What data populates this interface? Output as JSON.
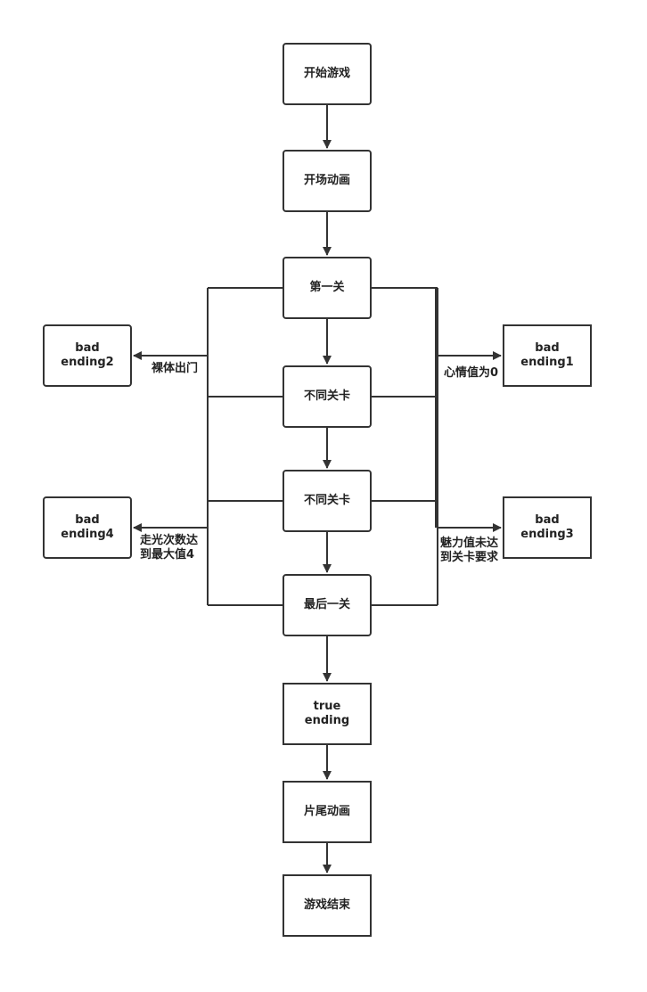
{
  "nodes": {
    "start_game": "开始游戏",
    "opening_anim": "开场动画",
    "level_1": "第一关",
    "level_a": "不同关卡",
    "level_b": "不同关卡",
    "last_level": "最后一关",
    "true_ending": "true\nending",
    "ending_anim": "片尾动画",
    "game_over": "游戏结束",
    "bad_ending_1": "bad\nending1",
    "bad_ending_2": "bad\nending2",
    "bad_ending_3": "bad\nending3",
    "bad_ending_4": "bad\nending4"
  },
  "edge_labels": {
    "naked_out": "裸体出门",
    "mood_zero": "心情值为0",
    "exposure_max": "走光次数达\n到最大值4",
    "charm_low": "魅力值未达\n到关卡要求"
  },
  "colors": {
    "stroke": "#333333",
    "text": "#222222",
    "background": "#ffffff"
  }
}
